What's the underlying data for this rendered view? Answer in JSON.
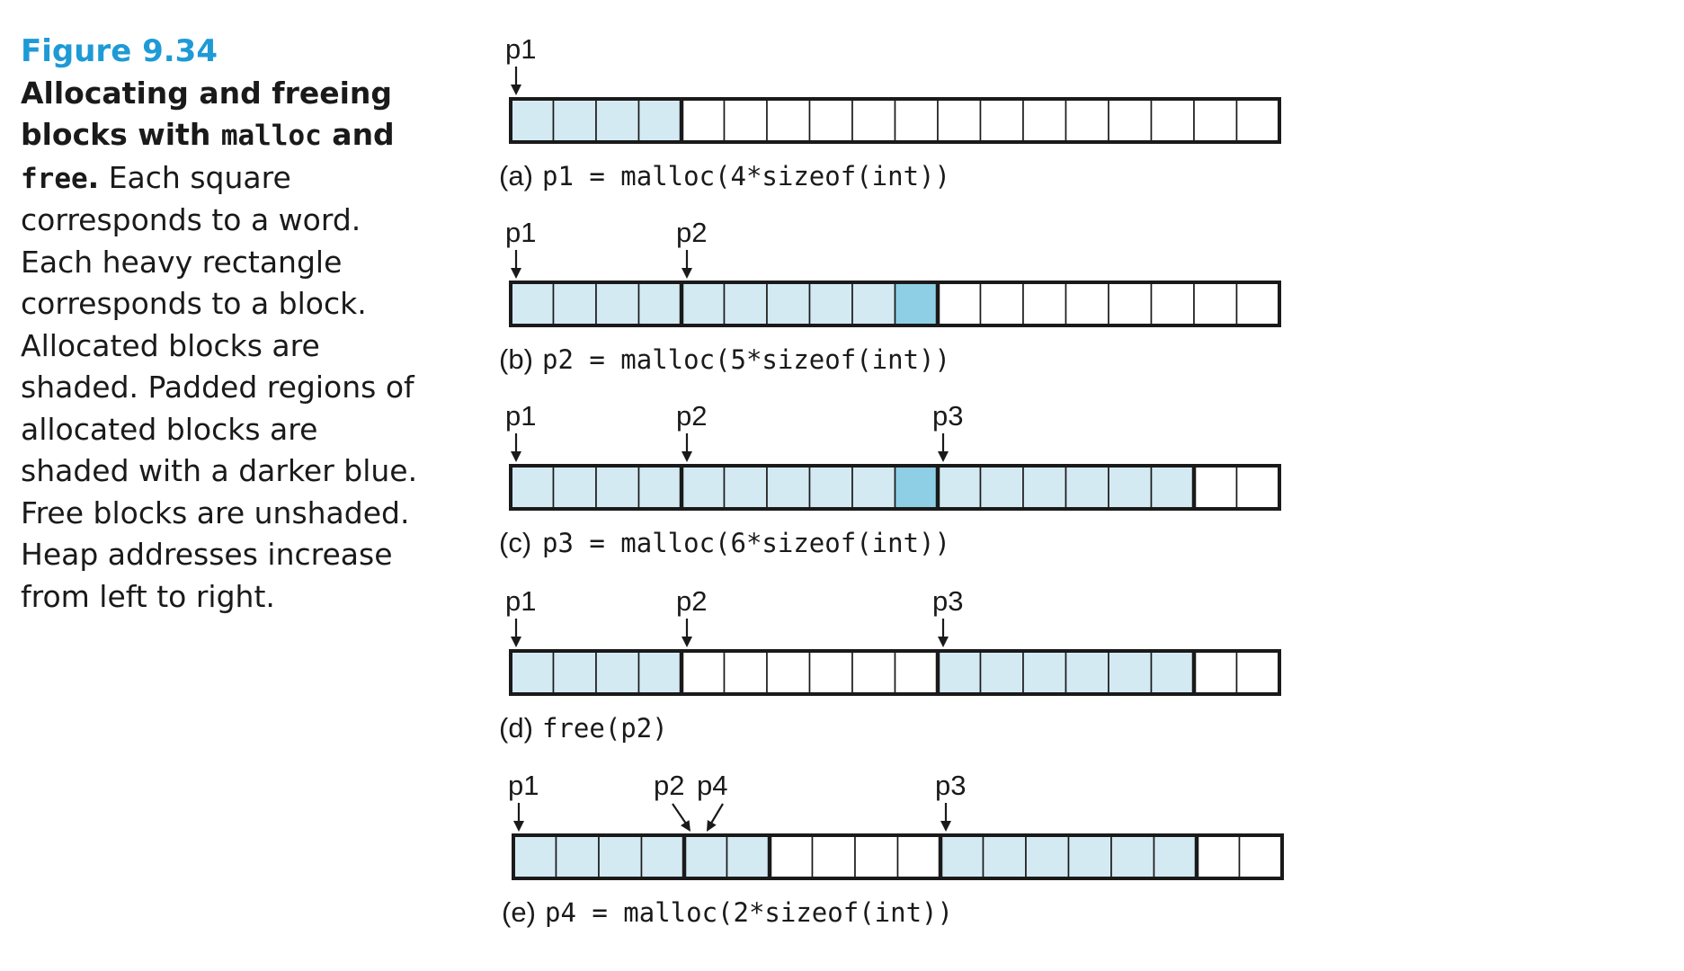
{
  "caption": {
    "figure_label": "Figure 9.34",
    "title_part1": "Allocating and freeing blocks with",
    "title_code1": "malloc",
    "title_and": "and",
    "title_code2": "free",
    "title_end": ".",
    "body": "Each square corresponds to a word. Each heavy rectangle corresponds to a block. Allocated blocks are shaded. Padded regions of allocated blocks are shaded with a darker blue. Free blocks are unshaded. Heap addresses increase from left to right."
  },
  "colors": {
    "allocated": "#d4eaf3",
    "padding": "#8ecfe5",
    "free": "#ffffff",
    "border": "#1a1a1a",
    "figure_label": "#1e9ad6"
  },
  "panels": [
    {
      "letter": "(a)",
      "code": "p1 = malloc(4*sizeof(int))",
      "cells": [
        "A",
        "A",
        "A",
        "A",
        "F",
        "F",
        "F",
        "F",
        "F",
        "F",
        "F",
        "F",
        "F",
        "F",
        "F",
        "F",
        "F",
        "F"
      ],
      "block_starts": [
        0,
        4
      ],
      "pointers": [
        {
          "label": "p1",
          "word": 0
        }
      ]
    },
    {
      "letter": "(b)",
      "code": "p2 = malloc(5*sizeof(int))",
      "cells": [
        "A",
        "A",
        "A",
        "A",
        "A",
        "A",
        "A",
        "A",
        "A",
        "P",
        "F",
        "F",
        "F",
        "F",
        "F",
        "F",
        "F",
        "F"
      ],
      "block_starts": [
        0,
        4,
        10
      ],
      "pointers": [
        {
          "label": "p1",
          "word": 0
        },
        {
          "label": "p2",
          "word": 4
        }
      ]
    },
    {
      "letter": "(c)",
      "code": "p3 = malloc(6*sizeof(int))",
      "cells": [
        "A",
        "A",
        "A",
        "A",
        "A",
        "A",
        "A",
        "A",
        "A",
        "P",
        "A",
        "A",
        "A",
        "A",
        "A",
        "A",
        "F",
        "F"
      ],
      "block_starts": [
        0,
        4,
        10,
        16
      ],
      "pointers": [
        {
          "label": "p1",
          "word": 0
        },
        {
          "label": "p2",
          "word": 4
        },
        {
          "label": "p3",
          "word": 10
        }
      ]
    },
    {
      "letter": "(d)",
      "code": "free(p2)",
      "cells": [
        "A",
        "A",
        "A",
        "A",
        "F",
        "F",
        "F",
        "F",
        "F",
        "F",
        "A",
        "A",
        "A",
        "A",
        "A",
        "A",
        "F",
        "F"
      ],
      "block_starts": [
        0,
        4,
        10,
        16
      ],
      "pointers": [
        {
          "label": "p1",
          "word": 0
        },
        {
          "label": "p2",
          "word": 4
        },
        {
          "label": "p3",
          "word": 10
        }
      ]
    },
    {
      "letter": "(e)",
      "code": "p4 = malloc(2*sizeof(int))",
      "cells": [
        "A",
        "A",
        "A",
        "A",
        "A",
        "A",
        "F",
        "F",
        "F",
        "F",
        "A",
        "A",
        "A",
        "A",
        "A",
        "A",
        "F",
        "F"
      ],
      "block_starts": [
        0,
        4,
        6,
        10,
        16
      ],
      "pointers": [
        {
          "label": "p1",
          "word": 0
        },
        {
          "label": "p2",
          "word": 4,
          "diagonal": true
        },
        {
          "label": "p4",
          "word": 4,
          "diagonal": true
        },
        {
          "label": "p3",
          "word": 10
        }
      ]
    }
  ]
}
